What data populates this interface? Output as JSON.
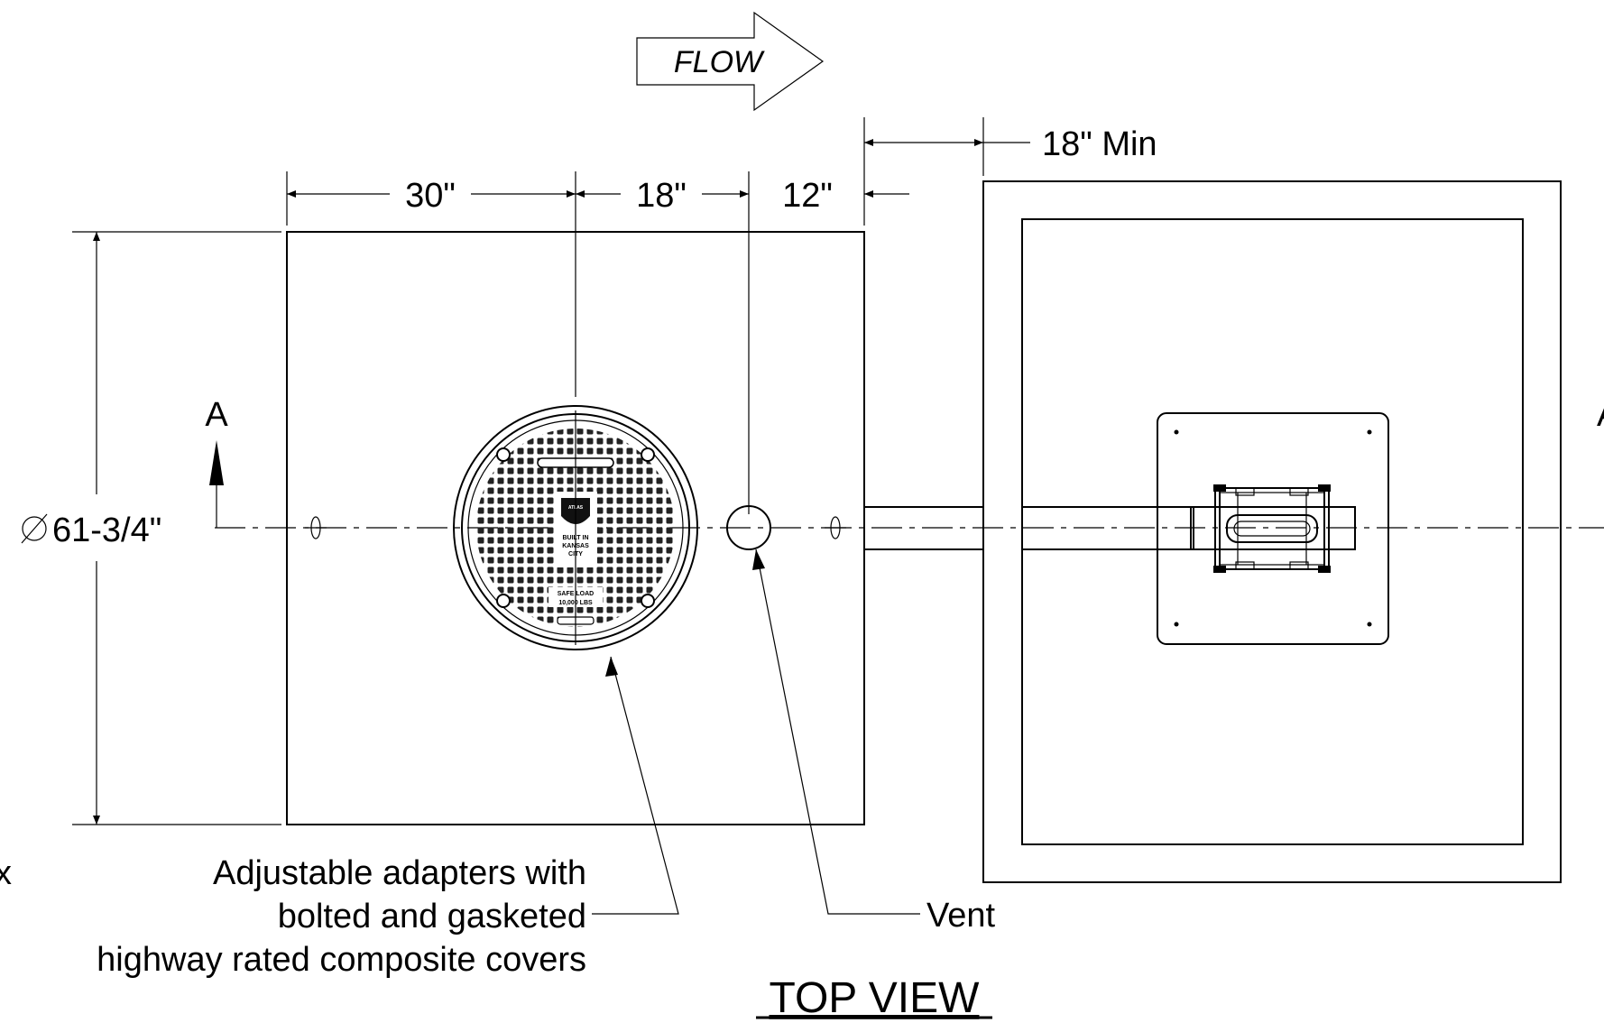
{
  "flow_label": "FLOW",
  "dimensions": {
    "d30": "30\"",
    "d18": "18\"",
    "d12": "12\"",
    "d18min": "18\" Min",
    "diameter": "61-3/4\""
  },
  "section_marker_left": "A",
  "section_marker_right": "A",
  "notes": {
    "adapters_line1": "Adjustable adapters with",
    "adapters_line2": "bolted and gasketed",
    "adapters_line3": "highway rated composite covers",
    "vent": "Vent"
  },
  "cover_text": {
    "line1": "BUILT IN",
    "line2": "KANSAS",
    "line3": "CITY",
    "line4": "SAFE LOAD",
    "line5": "10,000 LBS"
  },
  "view_title": "TOP VIEW",
  "colors": {
    "line": "#000000",
    "background": "#ffffff"
  }
}
